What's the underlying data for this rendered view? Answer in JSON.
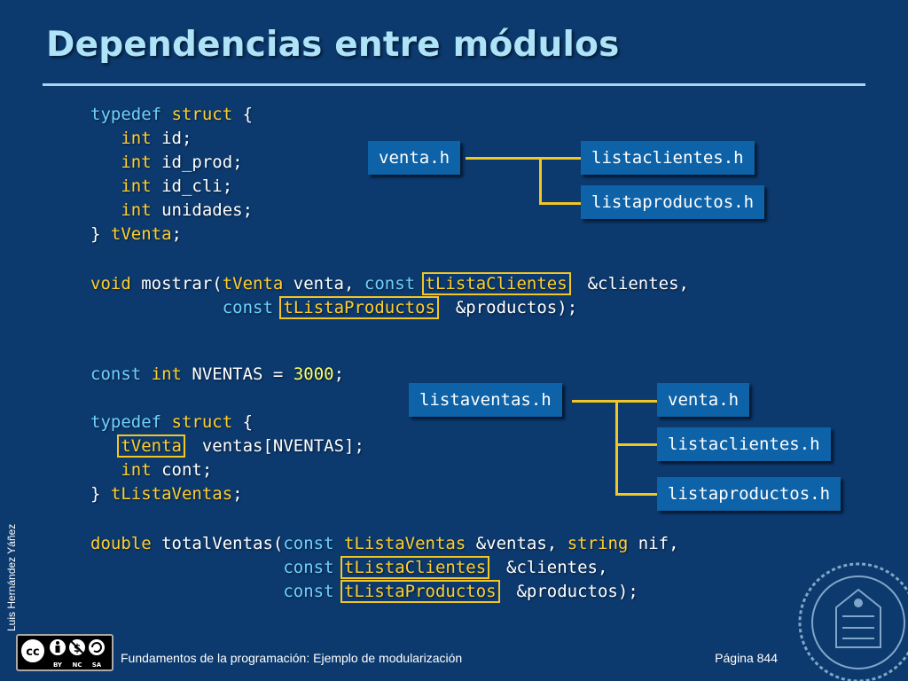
{
  "title": "Dependencias entre módulos",
  "code": {
    "line1": {
      "kw": "typedef",
      "ty": "struct",
      "rest": " {"
    },
    "fields": [
      {
        "type": "int",
        "name": " id;"
      },
      {
        "type": "int",
        "name": " id_prod;"
      },
      {
        "type": "int",
        "name": " id_cli;"
      },
      {
        "type": "int",
        "name": " unidades;"
      }
    ],
    "close1": {
      "brace": "} ",
      "name": "tVenta",
      "semi": ";"
    },
    "mostrar": {
      "ret": "void",
      "fn": " mostrar(",
      "t1": "tVenta",
      "p1": " venta, ",
      "const": "const",
      "t2": "tListaClientes",
      "p2": " &clientes,",
      "t3": "tListaProductos",
      "p3": " &productos);"
    },
    "nventas": {
      "const": "const",
      "int": "int",
      "name": " NVENTAS = ",
      "num": "3000",
      "semi": ";"
    },
    "struct2": {
      "kw": "typedef",
      "ty": "struct",
      "rest": " {",
      "f1type": "tVenta",
      "f1name": " ventas[NVENTAS];",
      "f2type": "int",
      "f2name": " cont;",
      "brace": "} ",
      "name": "tListaVentas",
      "semi": ";"
    },
    "total": {
      "ret": "double",
      "fn": " totalVentas(",
      "const": "const",
      "t1": "tListaVentas",
      "p1": " &ventas, ",
      "t2": "string",
      "p2": " nif,",
      "t3": "tListaClientes",
      "p3": " &clientes,",
      "t4": "tListaProductos",
      "p4": " &productos);"
    }
  },
  "diagram1": {
    "source": "venta.h",
    "targets": [
      "listaclientes.h",
      "listaproductos.h"
    ]
  },
  "diagram2": {
    "source": "listaventas.h",
    "targets": [
      "venta.h",
      "listaclientes.h",
      "listaproductos.h"
    ]
  },
  "footer": {
    "author": "Luis Hernández Yáñez",
    "course": "Fundamentos de la programación: Ejemplo de modularización",
    "page": "Página 844",
    "license_labels": [
      "BY",
      "NC",
      "SA"
    ]
  },
  "colors": {
    "background": "#0d3a6e",
    "title": "#aee3f8",
    "keyword": "#6fd1ff",
    "type": "#ffcf2e",
    "box": "#0d62a8",
    "connector": "#f2c623"
  }
}
